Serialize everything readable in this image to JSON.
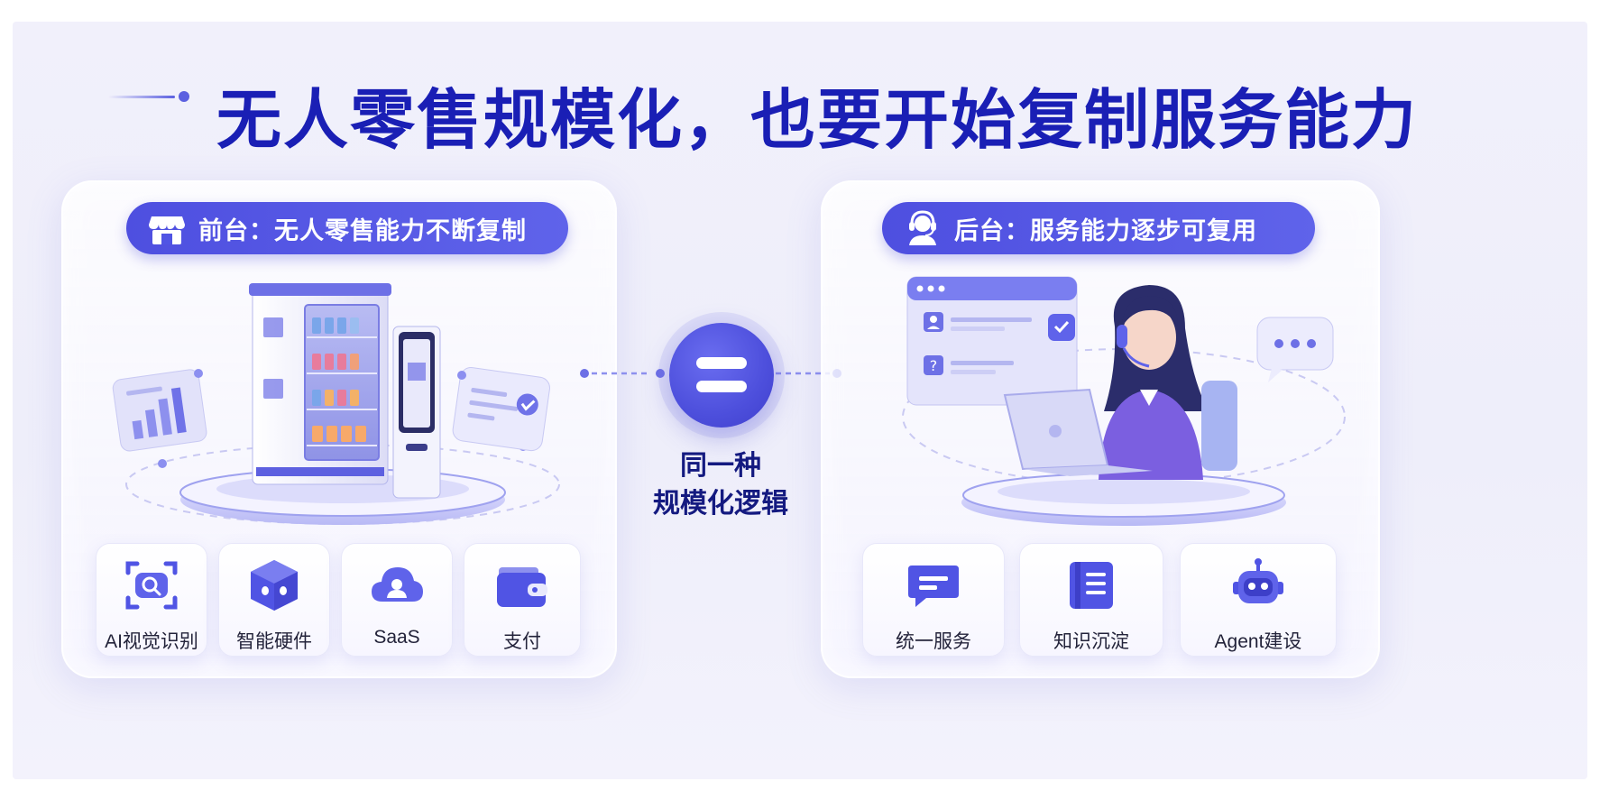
{
  "title": "无人零售规模化，也要开始复制服务能力",
  "left_panel": {
    "header": "前台：无人零售能力不断复制",
    "header_icon": "storefront-icon",
    "cards": [
      {
        "label": "AI视觉识别",
        "icon": "ai-vision-scan-icon"
      },
      {
        "label": "智能硬件",
        "icon": "smart-hardware-cube-icon"
      },
      {
        "label": "SaaS",
        "icon": "cloud-user-icon"
      },
      {
        "label": "支付",
        "icon": "wallet-icon"
      }
    ]
  },
  "center": {
    "symbol": "equals-icon",
    "line1": "同一种",
    "line2": "规模化逻辑"
  },
  "right_panel": {
    "header": "后台：服务能力逐步可复用",
    "header_icon": "customer-service-headset-icon",
    "cards": [
      {
        "label": "统一服务",
        "icon": "chat-message-icon"
      },
      {
        "label": "知识沉淀",
        "icon": "knowledge-book-icon"
      },
      {
        "label": "Agent建设",
        "icon": "robot-agent-icon"
      }
    ]
  },
  "colors": {
    "title": "#1a1fb5",
    "accent": "#5054e4",
    "accent_light": "#8d8ff2",
    "background": "#efeefb"
  }
}
